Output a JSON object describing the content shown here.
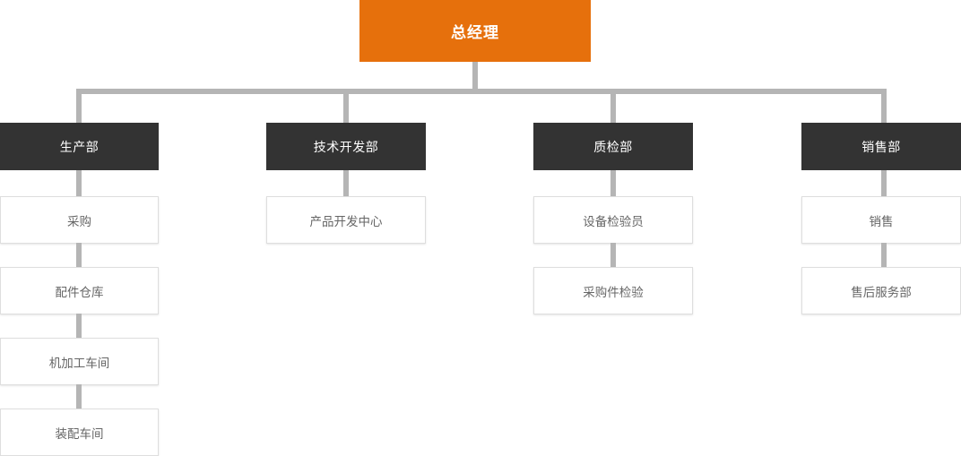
{
  "chart": {
    "type": "org-chart",
    "title_node": {
      "label": "总经理",
      "color": "#e6700c",
      "text_color": "#ffffff"
    },
    "connector_color": "#b5b5b5",
    "department_color": "#333333",
    "leaf_border_color": "#dedede",
    "leaf_text_color": "#666666",
    "departments": [
      {
        "label": "生产部",
        "children": [
          {
            "label": "采购"
          },
          {
            "label": "配件仓库"
          },
          {
            "label": "机加工车间"
          },
          {
            "label": "装配车间"
          }
        ]
      },
      {
        "label": "技术开发部",
        "children": [
          {
            "label": "产品开发中心"
          }
        ]
      },
      {
        "label": "质检部",
        "children": [
          {
            "label": "设备检验员"
          },
          {
            "label": "采购件检验"
          }
        ]
      },
      {
        "label": "销售部",
        "children": [
          {
            "label": "销售"
          },
          {
            "label": "售后服务部"
          }
        ]
      }
    ]
  }
}
